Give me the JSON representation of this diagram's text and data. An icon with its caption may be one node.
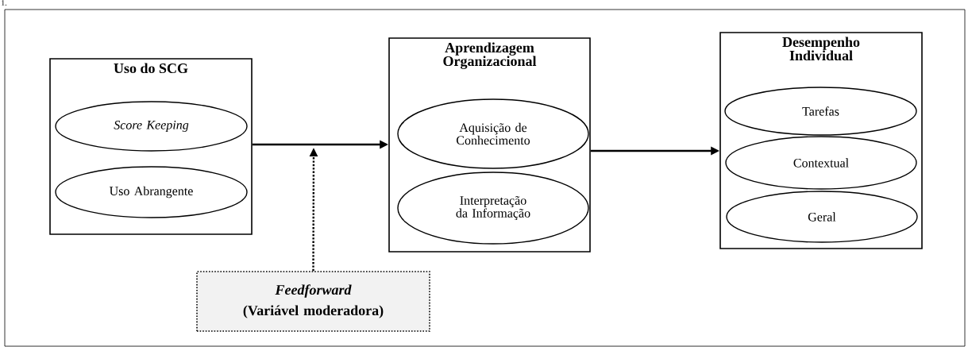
{
  "diagram": {
    "nodes": [
      {
        "text": [
          "Uso do SCG"
        ]
      },
      {
        "text": [
          "Score Keeping"
        ],
        "in": 0
      },
      {
        "text": [
          "Uso Abrangente"
        ],
        "in": 0
      },
      {
        "text": [
          "Aprendizagem Organizacional"
        ]
      },
      {
        "text": [
          "Aquisição de Conhecimento"
        ],
        "in": 3
      },
      {
        "text": [
          "Interpretação da Informação"
        ],
        "in": 3
      },
      {
        "text": [
          "Desempenho Individual"
        ]
      },
      {
        "text": [
          "Tarefas"
        ],
        "in": 6
      },
      {
        "text": [
          "Contextual"
        ],
        "in": 6
      },
      {
        "text": [
          "Geral"
        ],
        "in": 6
      },
      {
        "text": [
          "Feedforward",
          "(Variável moderadora)"
        ]
      }
    ],
    "edges": [
      {
        "from": 0,
        "to": 3,
        "arrow": "to"
      },
      {
        "from": 3,
        "to": 6,
        "arrow": "to"
      },
      {
        "from": 10,
        "to": null,
        "arrow": "to",
        "style": "dashed"
      }
    ],
    "labels": [
      "1."
    ]
  }
}
